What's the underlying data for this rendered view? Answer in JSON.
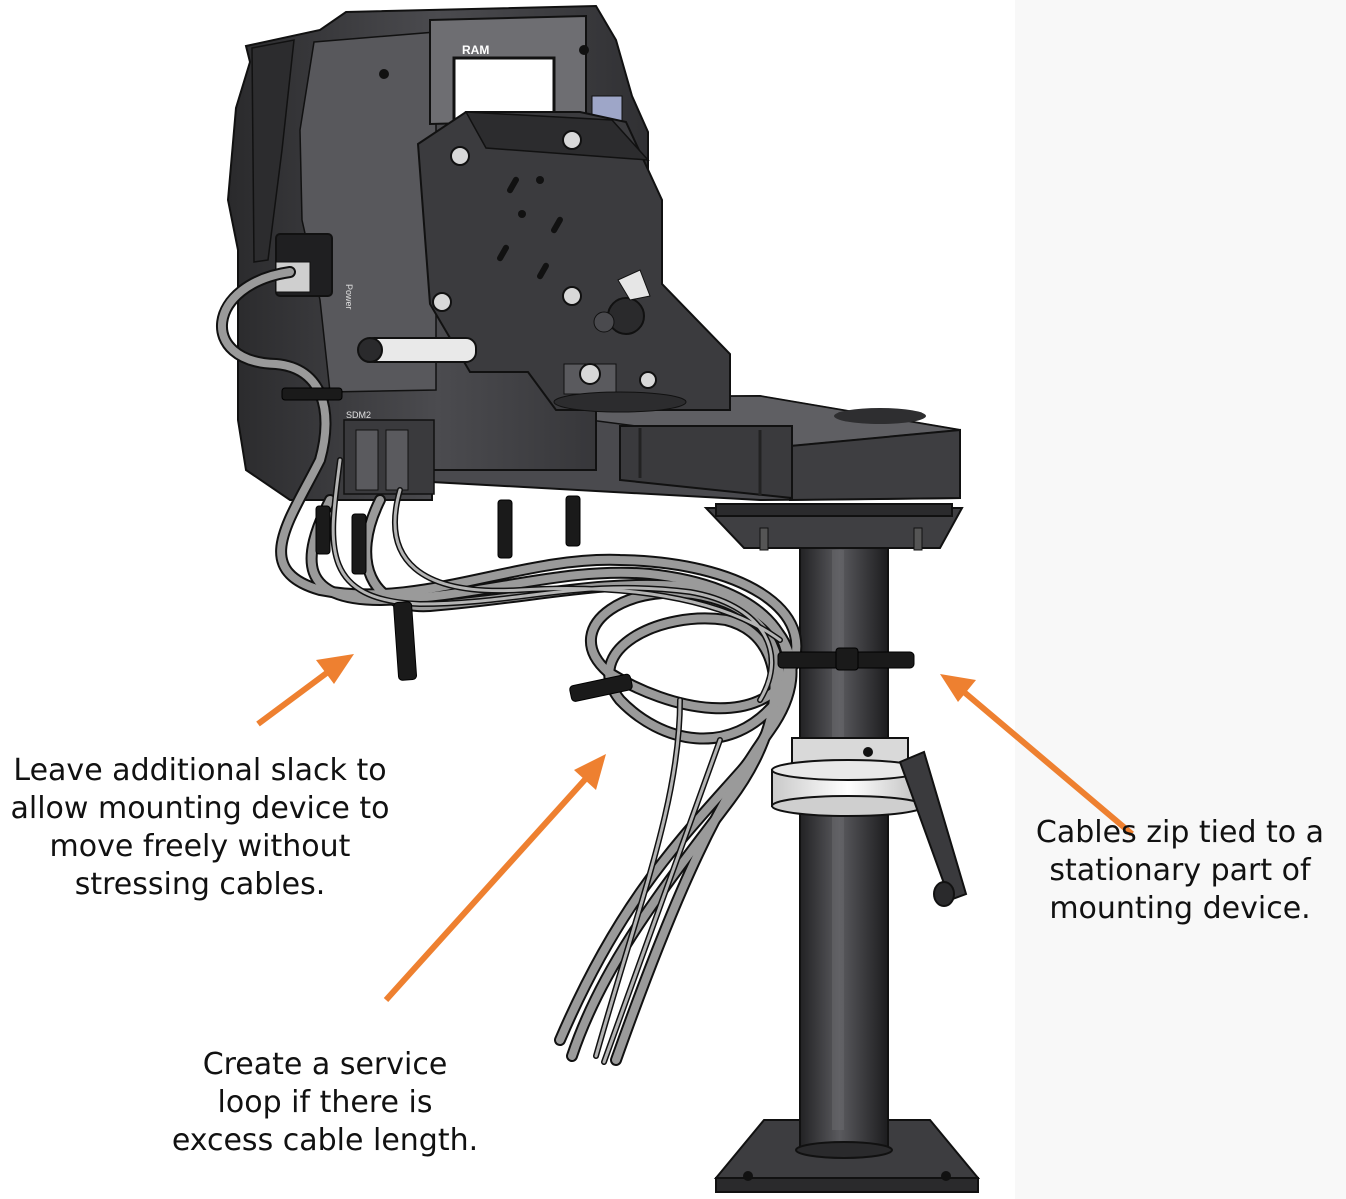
{
  "device_label": "RAM",
  "port_labels": [
    "Power",
    "SDM2"
  ],
  "callouts": {
    "slack": [
      "Leave additional slack to",
      "allow mounting device to",
      "move freely without",
      "stressing cables."
    ],
    "loop": [
      "Create a service",
      "loop if there is",
      "excess cable length."
    ],
    "zip": [
      "Cables zip tied to a",
      "stationary part of",
      "mounting device."
    ]
  },
  "colors": {
    "arrow": "#ee8030",
    "metal_dark": "#2e2e30",
    "metal_mid": "#48484b",
    "cable": "#9a9a9a",
    "text": "#111111",
    "panel": "#f8f8f8"
  }
}
